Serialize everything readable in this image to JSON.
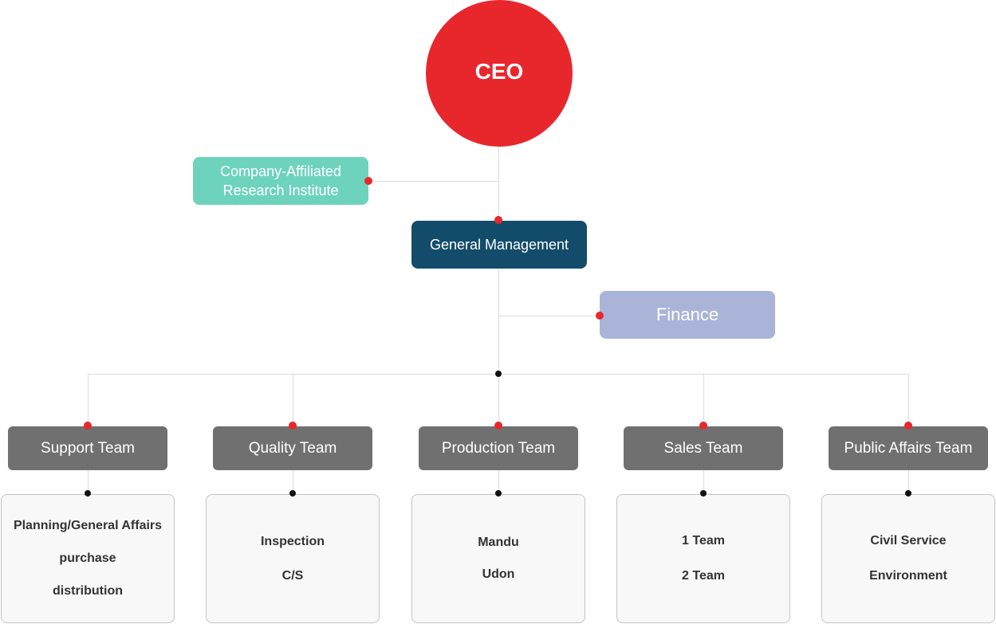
{
  "ceo": {
    "label": "CEO"
  },
  "institute": {
    "line1": "Company-Affiliated",
    "line2": "Research Institute"
  },
  "general_management": {
    "label": "General Management"
  },
  "finance": {
    "label": "Finance"
  },
  "teams": [
    {
      "label": "Support Team",
      "items": [
        "Planning/General Affairs",
        "purchase",
        "distribution"
      ]
    },
    {
      "label": "Quality Team",
      "items": [
        "Inspection",
        "C/S"
      ]
    },
    {
      "label": "Production Team",
      "items": [
        "Mandu",
        "Udon"
      ]
    },
    {
      "label": "Sales Team",
      "items": [
        "1 Team",
        "2 Team"
      ]
    },
    {
      "label": "Public Affairs Team",
      "items": [
        "Civil Service",
        "Environment"
      ]
    }
  ],
  "colors": {
    "ceo": "#e8272d",
    "institute": "#6dd3bd",
    "general_management": "#134c6a",
    "finance": "#aab4d9",
    "team": "#707070",
    "connector_dot_red": "#e8272d",
    "connector_dot_black": "#111111"
  }
}
